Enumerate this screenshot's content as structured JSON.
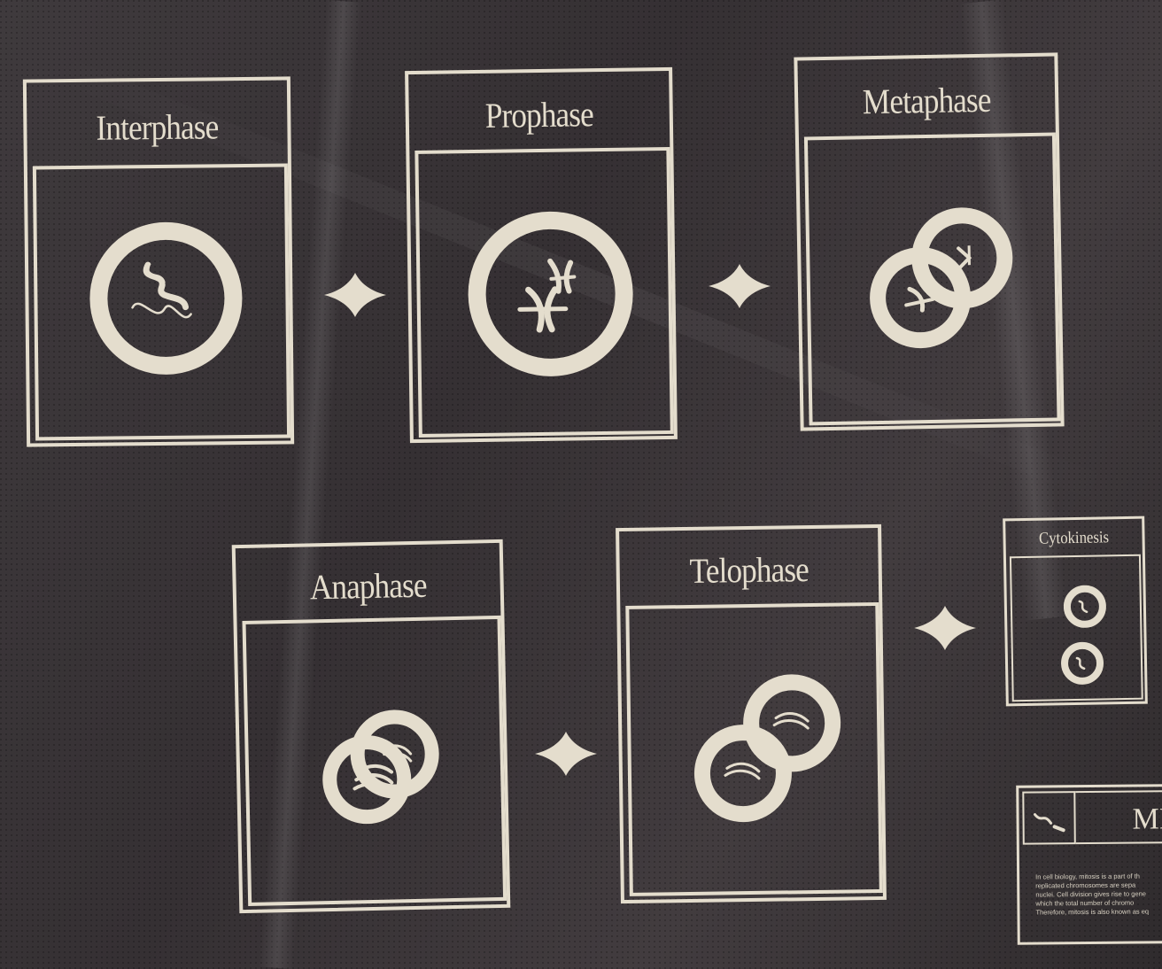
{
  "stages": [
    {
      "id": "interphase",
      "title": "Interphase"
    },
    {
      "id": "prophase",
      "title": "Prophase"
    },
    {
      "id": "metaphase",
      "title": "Metaphase"
    },
    {
      "id": "anaphase",
      "title": "Anaphase"
    },
    {
      "id": "telophase",
      "title": "Telophase"
    },
    {
      "id": "cytokinesis",
      "title": "Cytokinesis"
    }
  ],
  "info_card": {
    "title_fragment": "MI",
    "lines": [
      "In cell biology, mitosis is a part of th",
      "replicated chromosomes are sepa",
      "nuclei. Cell division gives rise to gene",
      "which the total number of chromo",
      "Therefore, mitosis is also known as eq"
    ]
  },
  "colors": {
    "background": "#3a3538",
    "ink": "#e4ddcd"
  }
}
